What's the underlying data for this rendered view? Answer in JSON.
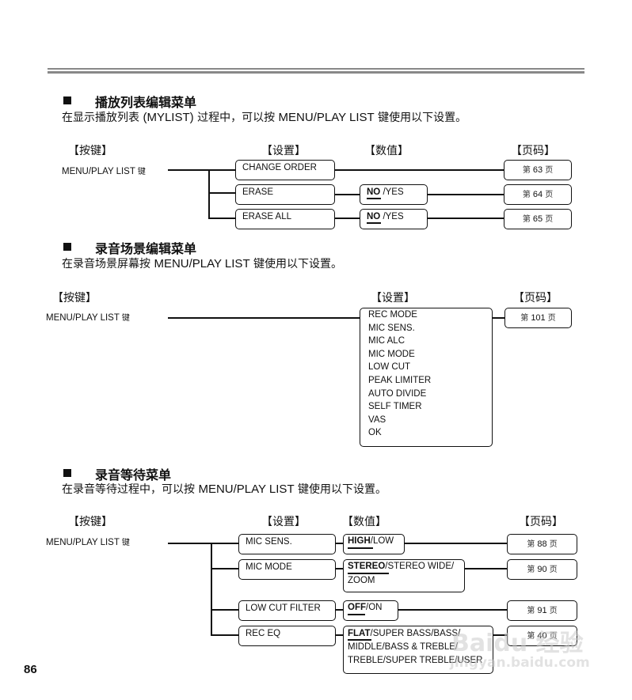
{
  "section1": {
    "title": "播放列表编辑菜单",
    "desc_pre": "在显示播放列表 ",
    "desc_en1": "(MYLIST)",
    "desc_mid": " 过程中，可以按 ",
    "desc_en2": "MENU/PLAY LIST",
    "desc_post": " 键使用以下设置。",
    "col_key": "【按键】",
    "col_setting": "【设置】",
    "col_value": "【数值】",
    "col_page": "【页码】",
    "key_label": "MENU/PLAY LIST",
    "key_suffix": "键",
    "rows": [
      {
        "setting": "CHANGE ORDER",
        "value_default": "",
        "value_rest": "",
        "page": "63"
      },
      {
        "setting": "ERASE",
        "value_default": "NO",
        "value_rest": " /YES",
        "page": "64"
      },
      {
        "setting": "ERASE ALL",
        "value_default": "NO",
        "value_rest": " /YES",
        "page": "65"
      }
    ]
  },
  "section2": {
    "title": "录音场景编辑菜单",
    "desc_pre": "在录音场景屏幕按 ",
    "desc_en": "MENU/PLAY LIST",
    "desc_post": " 键使用以下设置。",
    "col_key": "【按键】",
    "col_setting": "【设置】",
    "col_page": "【页码】",
    "key_label": "MENU/PLAY LIST",
    "key_suffix": "键",
    "settings": [
      "REC MODE",
      "MIC SENS.",
      "MIC ALC",
      "MIC MODE",
      "LOW CUT",
      "PEAK LIMITER",
      "AUTO DIVIDE",
      "SELF TIMER",
      "VAS",
      "OK"
    ],
    "page": "101"
  },
  "section3": {
    "title": "录音等待菜单",
    "desc_pre": "在录音等待过程中，可以按 ",
    "desc_en": "MENU/PLAY LIST",
    "desc_post": " 键使用以下设置。",
    "col_key": "【按键】",
    "col_setting": "【设置】",
    "col_value": "【数值】",
    "col_page": "【页码】",
    "key_label": "MENU/PLAY LIST",
    "key_suffix": "键",
    "rows": [
      {
        "setting": "MIC SENS.",
        "value_default": "HIGH",
        "value_lines": [
          "/LOW"
        ],
        "page": "88"
      },
      {
        "setting": "MIC MODE",
        "value_default": "STEREO",
        "value_lines": [
          "/STEREO WIDE/",
          "ZOOM"
        ],
        "page": "90"
      },
      {
        "setting": "LOW CUT FILTER",
        "value_default": "OFF",
        "value_lines": [
          "/ON"
        ],
        "page": "91"
      },
      {
        "setting": "REC EQ",
        "value_default": "FLAT",
        "value_lines": [
          "/SUPER BASS/BASS/",
          "MIDDLE/BASS & TREBLE/",
          "TREBLE/SUPER TREBLE/USER"
        ],
        "page": "40"
      }
    ]
  },
  "page_prefix": "第",
  "page_suffix": "页",
  "page_number": "86",
  "watermark": {
    "logo": "Baidu 经验",
    "url": "jingyan.baidu.com"
  }
}
